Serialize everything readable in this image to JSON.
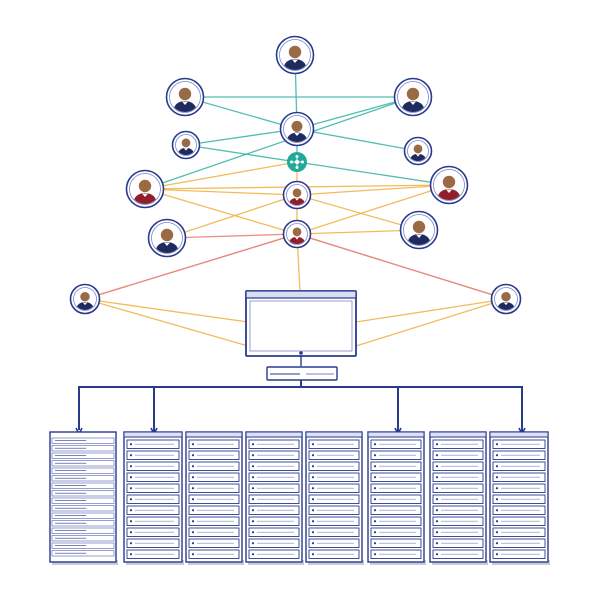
{
  "diagram": {
    "kind": "network-topology",
    "colors": {
      "background": "#ffffff",
      "navy": "#2a3a8c",
      "navy_light": "#7b86c4",
      "teal": "#3fb7a8",
      "orange": "#f0b54a",
      "red": "#e9867a",
      "skin": "#9a6a45",
      "shirt_navy": "#1f2a5e",
      "shirt_red": "#8f1f2a",
      "hub": "#22a99a",
      "rack_fill": "#ffffff",
      "rack_shadow": "#c7cbd9"
    },
    "people": [
      {
        "id": "top",
        "icon": "person-icon",
        "shirt": "navy"
      },
      {
        "id": "upper-left",
        "icon": "person-icon",
        "shirt": "navy"
      },
      {
        "id": "upper-right",
        "icon": "person-icon",
        "shirt": "navy"
      },
      {
        "id": "center",
        "icon": "person-icon",
        "shirt": "navy"
      },
      {
        "id": "small-left",
        "icon": "person-icon",
        "shirt": "navy"
      },
      {
        "id": "small-right",
        "icon": "person-icon",
        "shirt": "navy"
      },
      {
        "id": "mid-left",
        "icon": "person-icon",
        "shirt": "red"
      },
      {
        "id": "mid-right",
        "icon": "person-icon",
        "shirt": "red"
      },
      {
        "id": "center-red",
        "icon": "person-icon",
        "shirt": "red"
      },
      {
        "id": "lower-left",
        "icon": "person-icon",
        "shirt": "navy"
      },
      {
        "id": "lower-right",
        "icon": "person-icon",
        "shirt": "navy"
      },
      {
        "id": "lower-center",
        "icon": "person-icon",
        "shirt": "red"
      },
      {
        "id": "far-left",
        "icon": "person-icon",
        "shirt": "navy"
      },
      {
        "id": "far-right",
        "icon": "person-icon",
        "shirt": "navy"
      }
    ],
    "hub": {
      "id": "hub",
      "icon": "network-hub-icon"
    },
    "monitor": {
      "id": "monitor",
      "icon": "monitor-icon"
    },
    "keyboard": {
      "id": "keyboard",
      "icon": "keyboard-icon"
    },
    "server_racks": [
      {
        "id": "rack-1",
        "icon": "server-rack-icon",
        "style": "documents"
      },
      {
        "id": "rack-2",
        "icon": "server-rack-icon",
        "style": "drives"
      },
      {
        "id": "rack-3",
        "icon": "server-rack-icon",
        "style": "drives"
      },
      {
        "id": "rack-4",
        "icon": "server-rack-icon",
        "style": "drives"
      },
      {
        "id": "rack-5",
        "icon": "server-rack-icon",
        "style": "drives"
      },
      {
        "id": "rack-6",
        "icon": "server-rack-icon",
        "style": "drives"
      },
      {
        "id": "rack-7",
        "icon": "server-rack-icon",
        "style": "drives"
      },
      {
        "id": "rack-8",
        "icon": "server-rack-icon",
        "style": "drives"
      }
    ],
    "links": [
      {
        "from": "top",
        "to": "center",
        "color": "teal"
      },
      {
        "from": "upper-left",
        "to": "upper-right",
        "color": "teal"
      },
      {
        "from": "upper-left",
        "to": "center",
        "color": "teal"
      },
      {
        "from": "upper-right",
        "to": "center",
        "color": "teal"
      },
      {
        "from": "upper-right",
        "to": "mid-left",
        "color": "teal"
      },
      {
        "from": "small-left",
        "to": "center",
        "color": "teal"
      },
      {
        "from": "small-left",
        "to": "hub",
        "color": "teal"
      },
      {
        "from": "center",
        "to": "hub",
        "color": "teal"
      },
      {
        "from": "center",
        "to": "small-right",
        "color": "teal"
      },
      {
        "from": "hub",
        "to": "mid-right",
        "color": "teal"
      },
      {
        "from": "hub",
        "to": "mid-left",
        "color": "orange"
      },
      {
        "from": "hub",
        "to": "center-red",
        "color": "orange"
      },
      {
        "from": "mid-left",
        "to": "center-red",
        "color": "orange"
      },
      {
        "from": "mid-left",
        "to": "mid-right",
        "color": "orange"
      },
      {
        "from": "mid-right",
        "to": "center-red",
        "color": "orange"
      },
      {
        "from": "center-red",
        "to": "lower-left",
        "color": "orange"
      },
      {
        "from": "center-red",
        "to": "lower-right",
        "color": "orange"
      },
      {
        "from": "center-red",
        "to": "lower-center",
        "color": "orange"
      },
      {
        "from": "mid-left",
        "to": "lower-center",
        "color": "orange"
      },
      {
        "from": "mid-right",
        "to": "lower-center",
        "color": "orange"
      },
      {
        "from": "lower-left",
        "to": "lower-center",
        "color": "red"
      },
      {
        "from": "lower-center",
        "to": "lower-right",
        "color": "orange"
      },
      {
        "from": "lower-center",
        "to": "far-left",
        "color": "red"
      },
      {
        "from": "lower-center",
        "to": "far-right",
        "color": "red"
      },
      {
        "from": "lower-center",
        "to": "monitor",
        "color": "orange"
      },
      {
        "from": "far-left",
        "to": "monitor",
        "color": "orange"
      },
      {
        "from": "far-right",
        "to": "monitor",
        "color": "orange"
      }
    ]
  }
}
